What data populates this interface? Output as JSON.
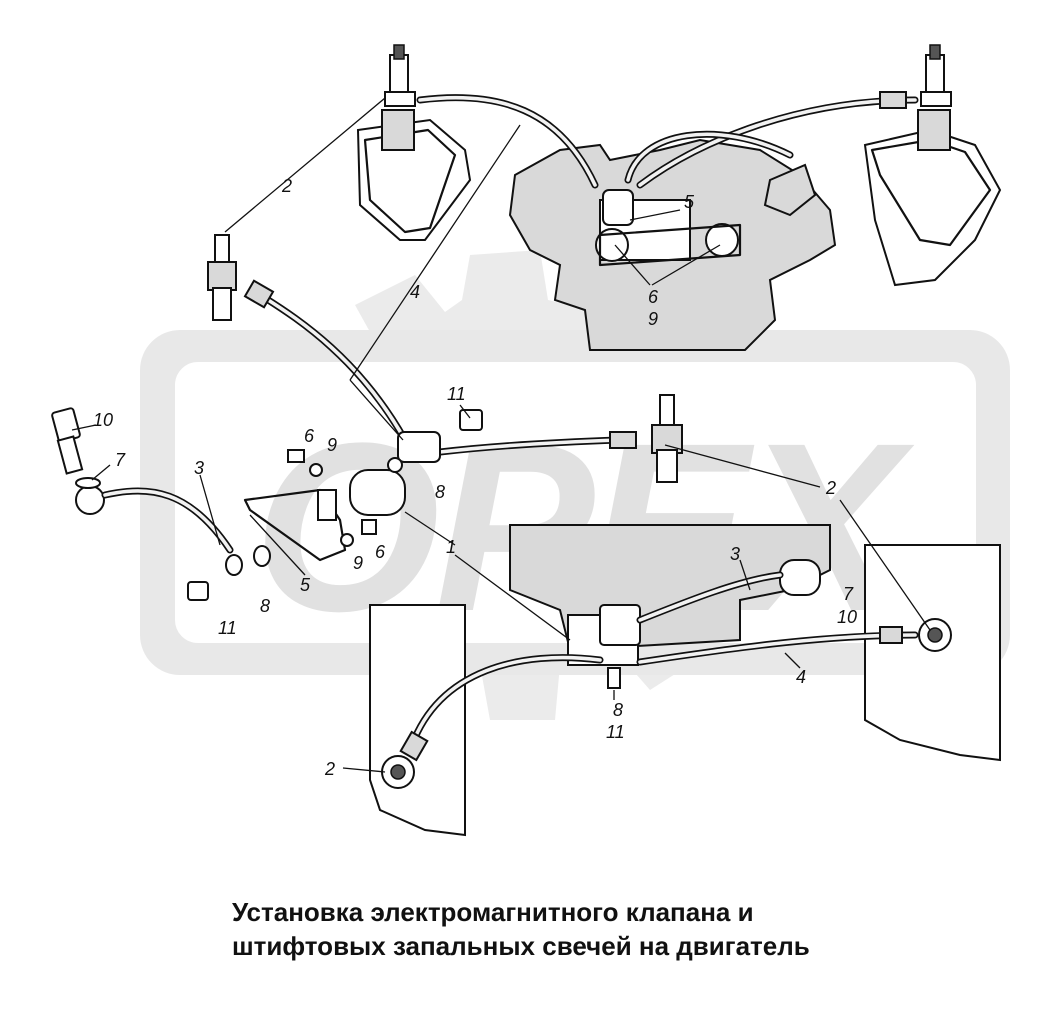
{
  "caption": {
    "line1": "Установка электромагнитного клапана и",
    "line2": "штифтовых запальных свечей на двигатель"
  },
  "watermark": "OPEX",
  "callouts": [
    {
      "id": "c-2-a",
      "text": "2"
    },
    {
      "id": "c-2-b",
      "text": "2"
    },
    {
      "id": "c-2-c",
      "text": "2"
    },
    {
      "id": "c-5-a",
      "text": "5"
    },
    {
      "id": "c-6-a",
      "text": "6"
    },
    {
      "id": "c-9-a",
      "text": "9"
    },
    {
      "id": "c-4-a",
      "text": "4"
    },
    {
      "id": "c-4-b",
      "text": "4"
    },
    {
      "id": "c-11-a",
      "text": "11"
    },
    {
      "id": "c-10-a",
      "text": "10"
    },
    {
      "id": "c-7-a",
      "text": "7"
    },
    {
      "id": "c-3-a",
      "text": "3"
    },
    {
      "id": "c-6-b",
      "text": "6"
    },
    {
      "id": "c-9-b",
      "text": "9"
    },
    {
      "id": "c-8-a",
      "text": "8"
    },
    {
      "id": "c-1-a",
      "text": "1"
    },
    {
      "id": "c-9-c",
      "text": "9"
    },
    {
      "id": "c-6-c",
      "text": "6"
    },
    {
      "id": "c-5-b",
      "text": "5"
    },
    {
      "id": "c-8-b",
      "text": "8"
    },
    {
      "id": "c-11-b",
      "text": "11"
    },
    {
      "id": "c-3-b",
      "text": "3"
    },
    {
      "id": "c-7-b",
      "text": "7"
    },
    {
      "id": "c-10-b",
      "text": "10"
    },
    {
      "id": "c-8-c",
      "text": "8"
    },
    {
      "id": "c-11-c",
      "text": "11"
    }
  ]
}
